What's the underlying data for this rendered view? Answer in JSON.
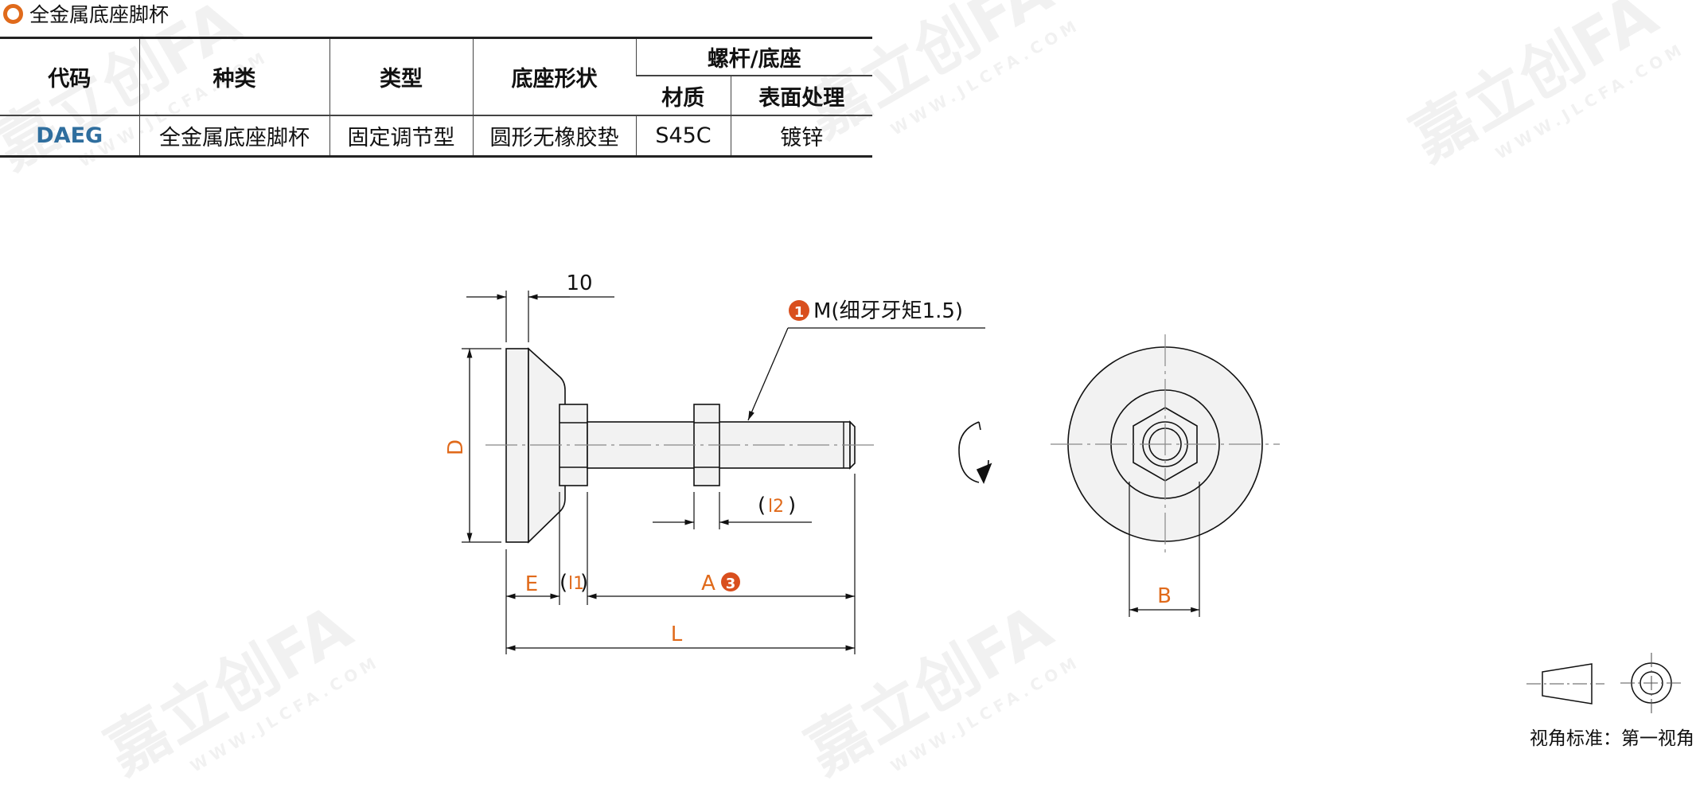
{
  "title": "全金属底座脚杯",
  "table": {
    "headers": {
      "code": "代码",
      "kind": "种类",
      "type": "类型",
      "base_shape": "底座形状",
      "group": "螺杆/底座",
      "material": "材质",
      "surface": "表面处理"
    },
    "row": {
      "code": "DAEG",
      "kind": "全金属底座脚杯",
      "type": "固定调节型",
      "base_shape": "圆形无橡胶垫",
      "material": "S45C",
      "surface": "镀锌"
    }
  },
  "drawing": {
    "dim_10": "10",
    "callout_num": "1",
    "callout_text": "M(细牙牙矩1.5)",
    "label_D": "D",
    "label_l2": "l2",
    "label_E": "E",
    "label_l1": "l1",
    "label_A": "A",
    "label_A_num": "3",
    "label_L": "L",
    "label_B": "B"
  },
  "watermark": {
    "brand": "嘉立创FA",
    "url": "WWW.JLCFA.COM"
  },
  "view_standard": "视角标准：第一视角",
  "colors": {
    "accent": "#e06a1b",
    "code": "#2f6e9e"
  }
}
